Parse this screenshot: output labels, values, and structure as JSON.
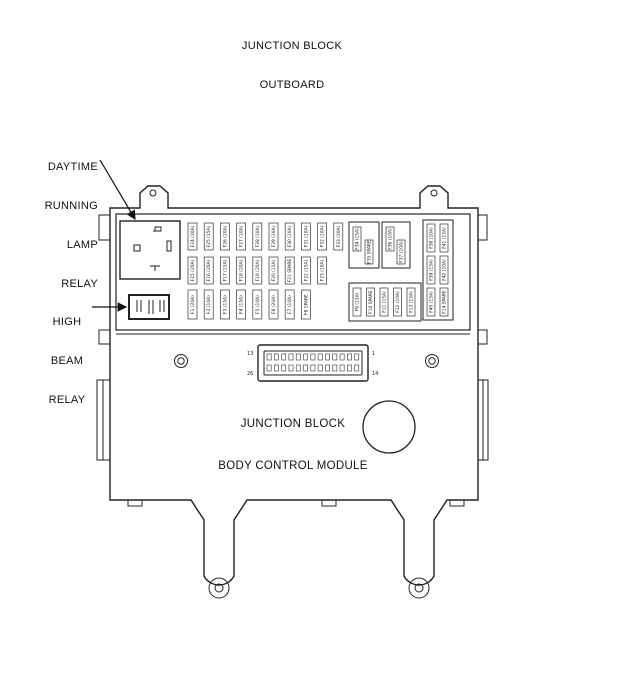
{
  "labels": {
    "title_line1": "JUNCTION BLOCK",
    "title_line2": "OUTBOARD",
    "drl_line1": "DAYTIME",
    "drl_line2": "RUNNING",
    "drl_line3": "LAMP",
    "drl_line4": "RELAY",
    "hb_line1": "HIGH",
    "hb_line2": "BEAM",
    "hb_line3": "RELAY",
    "bcm_line1": "JUNCTION BLOCK",
    "bcm_line2": "BODY CONTROL MODULE"
  },
  "connector_pins": {
    "top_left": "13",
    "top_right": "1",
    "bottom_left": "26",
    "bottom_right": "14"
  },
  "fuses_row1": [
    "F24 (20A)",
    "F25 (15A)",
    "F26 (20A)",
    "F27 (10A)",
    "F28 (10A)",
    "F29 (10A)",
    "F30 (10A)",
    "F31 (10A)",
    "F32 (10A)",
    "F33 (20A)"
  ],
  "fuses_row2": [
    "F15 (20A)",
    "F16 (20A)",
    "F17 (15A)",
    "F18 (20A)",
    "F19 (20A)",
    "F20 (15A)",
    "F21 SPARE",
    "F22 (15A)",
    "F23 (10A)"
  ],
  "fuses_row3": [
    "F1 (20A)",
    "F2 (10A)",
    "F3 (15A)",
    "F4 (15A)",
    "F5 (10A)",
    "F6 (20A)",
    "F7 (10A)",
    "F8 SPARE"
  ],
  "fuses_mid_top": [
    "F34 (15A)",
    "F35 SPARE",
    "F36 (10A)",
    "F37 (10A)"
  ],
  "fuses_mid_bottom": [
    "F9 (15A)",
    "F10 SPARE",
    "F11 (15A)",
    "F12 (10A)",
    "F13 (15A)"
  ],
  "fuses_right_col1": [
    "F38 (10A)",
    "F39 (15A)",
    "F40 (15A)"
  ],
  "fuses_right_col2": [
    "F41 (15A)",
    "F42 (10A)",
    "F14 SPARE"
  ]
}
